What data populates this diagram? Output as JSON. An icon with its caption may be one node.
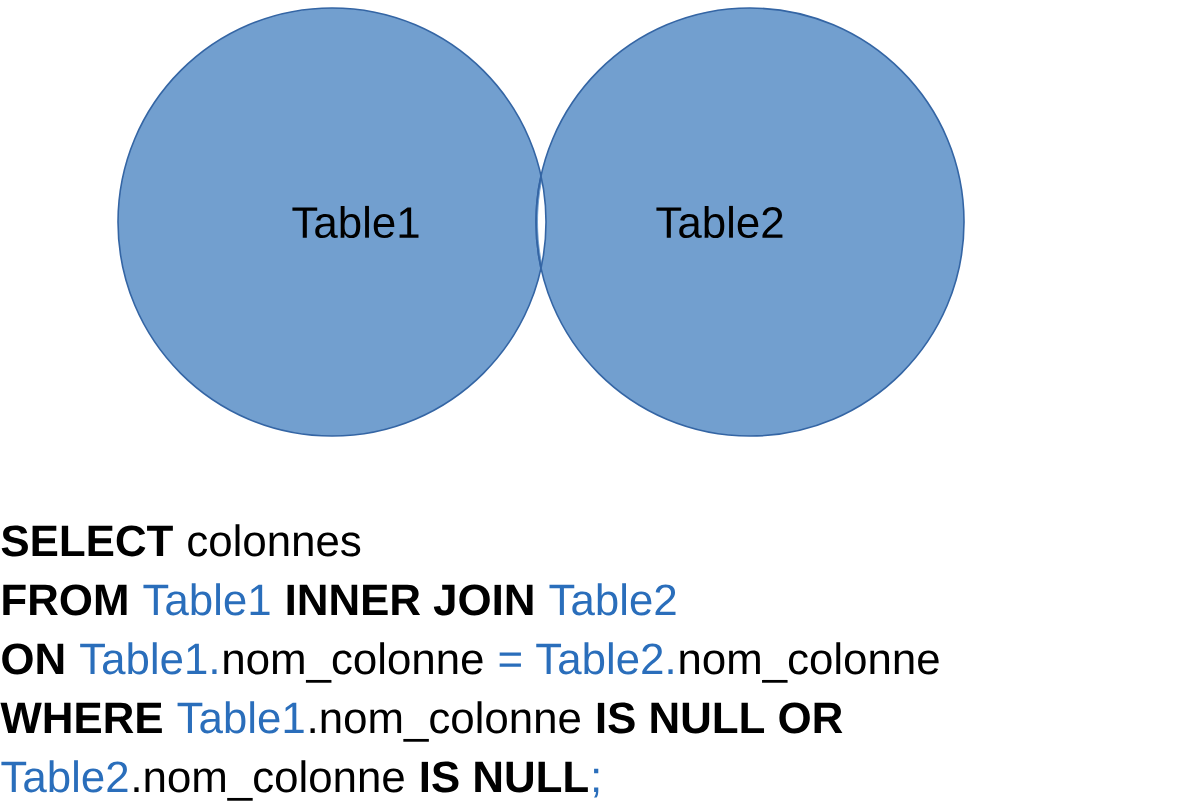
{
  "diagram": {
    "nodes": [
      {
        "text": [
          "Table1"
        ]
      },
      {
        "text": [
          "Table2"
        ]
      }
    ],
    "labels": [
      "SELECT",
      "colonnes",
      "FROM",
      "Table1",
      "INNER JOIN",
      "Table2",
      "ON",
      "Table1.",
      "nom_colonne",
      "= Table2.",
      "nom_colonne",
      "WHERE",
      "Table1",
      ".nom_colonne",
      "IS NULL OR",
      "Table2",
      ".nom_colonne",
      "IS NULL",
      ";"
    ]
  }
}
